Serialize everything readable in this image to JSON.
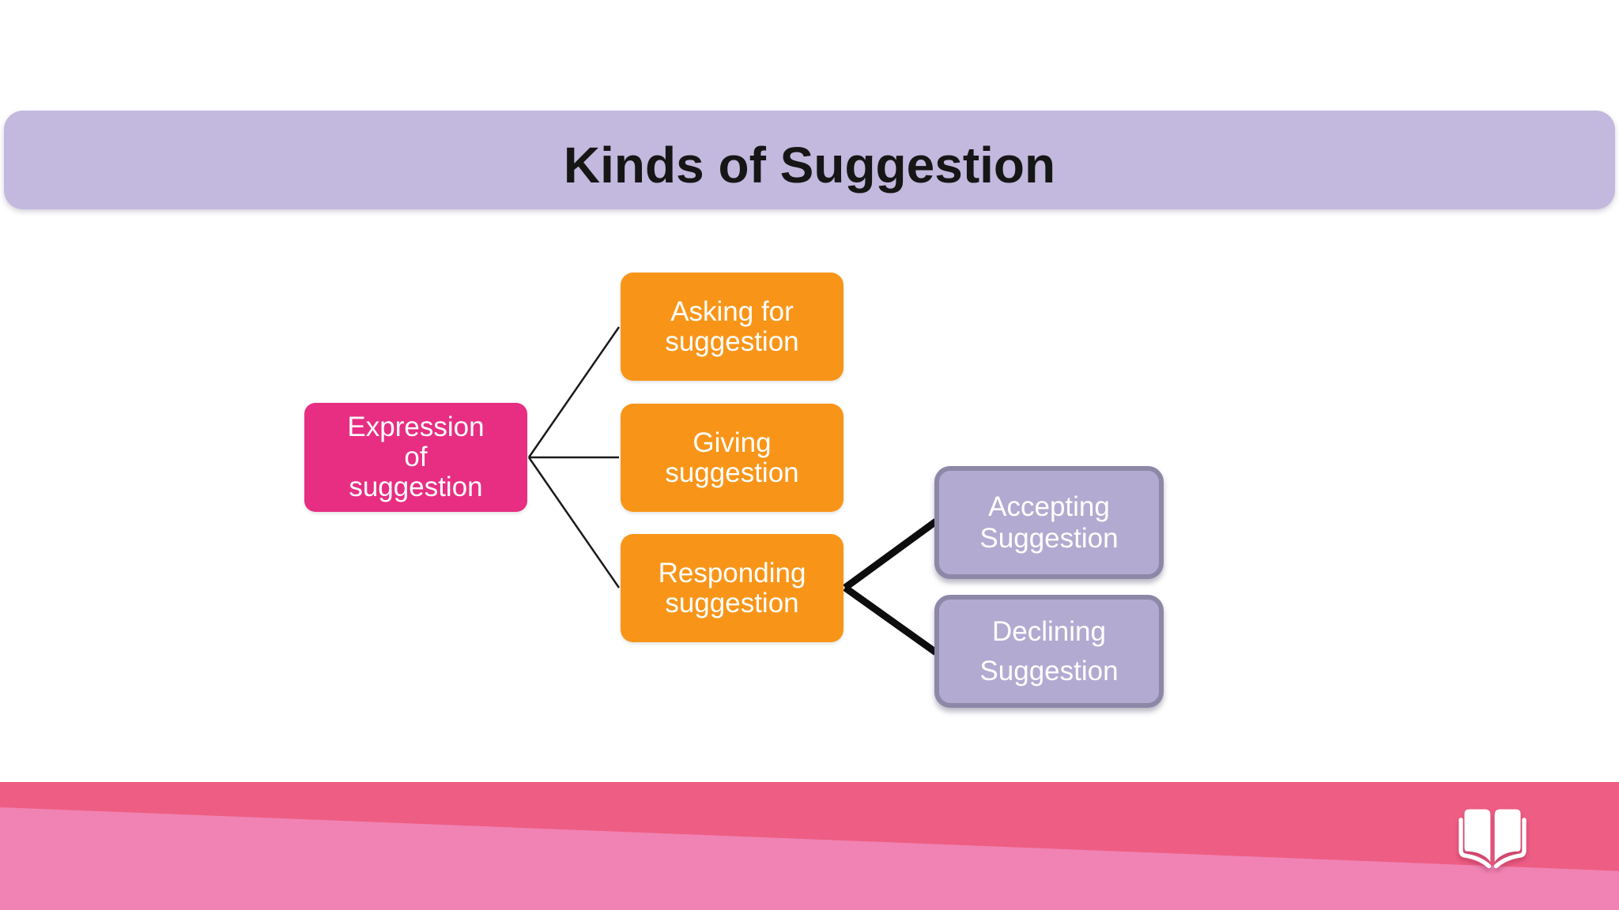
{
  "slide": {
    "title": "Kinds of Suggestion"
  },
  "diagram": {
    "root": {
      "label": "Expression of suggestion",
      "line1": "Expression",
      "line2": "of",
      "line3": "suggestion"
    },
    "branches": [
      {
        "label": "Asking for suggestion",
        "line1": "Asking for",
        "line2": "suggestion"
      },
      {
        "label": "Giving suggestion",
        "line1": "Giving",
        "line2": "suggestion"
      },
      {
        "label": "Responding suggestion",
        "line1": "Responding",
        "line2": "suggestion"
      }
    ],
    "leaves": [
      {
        "label": "Accepting Suggestion",
        "line1": "Accepting",
        "line2": "Suggestion"
      },
      {
        "label": "Declining Suggestion",
        "line1": "Declining",
        "line2": "Suggestion"
      }
    ]
  },
  "footer": {
    "book_icon": "open-book"
  },
  "colors": {
    "title_bar_bg": "#c3b9de",
    "title_text": "#161616",
    "root_node_bg": "#e72e82",
    "branch_node_bg": "#f89519",
    "leaf_node_bg": "#b3aad1",
    "leaf_node_border": "#8d87a8",
    "node_text": "#ffffff",
    "connector_thin": "#1a1a1a",
    "connector_thick": "#0d0d0d",
    "footer_band_dark": "#ee5d83",
    "footer_band_light": "#f083b3",
    "book_icon_color": "#ffffff"
  }
}
